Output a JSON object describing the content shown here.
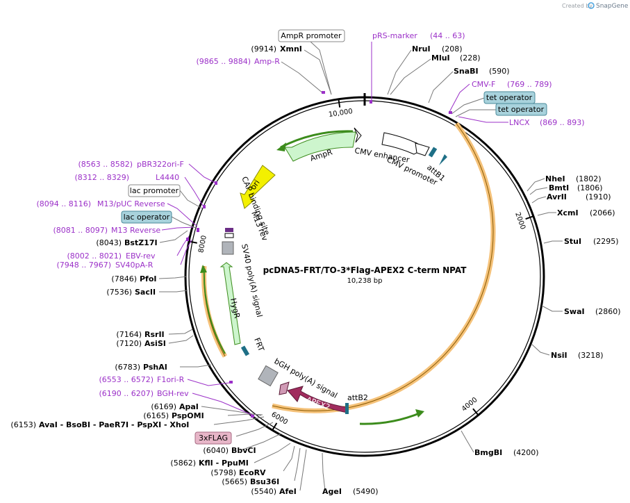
{
  "brand": {
    "created_by": "Created by",
    "name": "SnapGene"
  },
  "plasmid": {
    "name": "pcDNA5-FRT/TO-3*Flag-APEX2 C-term NPAT",
    "size_label": "10,238 bp",
    "length": 10238
  },
  "colors": {
    "primer": "#9b30c8",
    "backbone": "#000000",
    "orf_band": "#f5c27a"
  },
  "ruler": [
    {
      "pos": 2000,
      "label": "2000"
    },
    {
      "pos": 4000,
      "label": "4000"
    },
    {
      "pos": 6000,
      "label": "6000"
    },
    {
      "pos": 8000,
      "label": "8000"
    },
    {
      "pos": 10000,
      "label": "10,000"
    }
  ],
  "sites": [
    {
      "name": "XmnI",
      "pos": "(9914)"
    },
    {
      "name": "NruI",
      "pos": "(208)"
    },
    {
      "name": "MluI",
      "pos": "(228)"
    },
    {
      "name": "SnaBI",
      "pos": "(590)"
    },
    {
      "name": "NheI",
      "pos": "(1802)"
    },
    {
      "name": "BmtI",
      "pos": "(1806)"
    },
    {
      "name": "AvrII",
      "pos": "(1910)"
    },
    {
      "name": "XcmI",
      "pos": "(2066)"
    },
    {
      "name": "StuI",
      "pos": "(2295)"
    },
    {
      "name": "SwaI",
      "pos": "(2860)"
    },
    {
      "name": "NsiI",
      "pos": "(3218)"
    },
    {
      "name": "BmgBI",
      "pos": "(4200)"
    },
    {
      "name": "AgeI",
      "pos": "(5490)"
    },
    {
      "name": "AfeI",
      "pos": "(5540)"
    },
    {
      "name": "Bsu36I",
      "pos": "(5665)"
    },
    {
      "name": "EcoRV",
      "pos": "(5798)"
    },
    {
      "name": "KflI - PpuMI",
      "pos": "(5862)"
    },
    {
      "name": "BbvCI",
      "pos": "(6040)"
    },
    {
      "name": "AvaI - BsoBI - PaeR7I - PspXI - XhoI",
      "pos": "(6153)"
    },
    {
      "name": "PspOMI",
      "pos": "(6165)"
    },
    {
      "name": "ApaI",
      "pos": "(6169)"
    },
    {
      "name": "PshAI",
      "pos": "(6783)"
    },
    {
      "name": "AsiSI",
      "pos": "(7120)"
    },
    {
      "name": "RsrII",
      "pos": "(7164)"
    },
    {
      "name": "SacII",
      "pos": "(7536)"
    },
    {
      "name": "PfoI",
      "pos": "(7846)"
    },
    {
      "name": "BstZ17I",
      "pos": "(8043)"
    }
  ],
  "primers": [
    {
      "name": "pRS-marker",
      "range": "(44 .. 63)"
    },
    {
      "name": "CMV-F",
      "range": "(769 .. 789)"
    },
    {
      "name": "LNCX",
      "range": "(869 .. 893)"
    },
    {
      "name": "Amp-R",
      "range": "(9865 .. 9884)"
    },
    {
      "name": "pBR322ori-F",
      "range": "(8563 .. 8582)"
    },
    {
      "name": "L4440",
      "range": "(8312 .. 8329)"
    },
    {
      "name": "M13/pUC Reverse",
      "range": "(8094 .. 8116)"
    },
    {
      "name": "M13 Reverse",
      "range": "(8081 .. 8097)"
    },
    {
      "name": "EBV-rev",
      "range": "(8002 .. 8021)"
    },
    {
      "name": "SV40pA-R",
      "range": "(7948 .. 7967)"
    },
    {
      "name": "F1ori-R",
      "range": "(6553 .. 6572)"
    },
    {
      "name": "BGH-rev",
      "range": "(6190 .. 6207)"
    }
  ],
  "boxed_features": [
    {
      "name": "AmpR promoter"
    },
    {
      "name": "tet operator"
    },
    {
      "name": "tet operator"
    },
    {
      "name": "lac promoter"
    },
    {
      "name": "lac operator"
    },
    {
      "name": "3xFLAG"
    }
  ],
  "features": {
    "ampr": "AmpR",
    "ori": "ori",
    "cmv_enhancer": "CMV enhancer",
    "cmv_promoter": "CMV promoter",
    "attb1": "attB1",
    "attb2": "attB2",
    "apex2": "APEX2",
    "bgh": "bGH poly(A) signal",
    "hygr": "HygR",
    "sv40": "SV40 poly(A) signal",
    "frt": "FRT",
    "cap": "CAP binding site",
    "m13rev": "M13 rev"
  }
}
